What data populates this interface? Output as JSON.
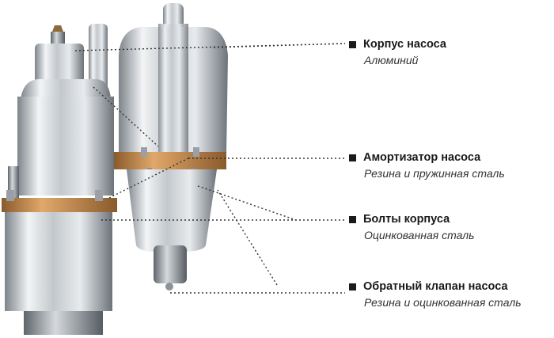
{
  "labels": [
    {
      "title": "Корпус насоса",
      "material": "Алюминий"
    },
    {
      "title": "Амортизатор насоса",
      "material": "Резина и пружинная сталь"
    },
    {
      "title": "Болты корпуса",
      "material": "Оцинкованная сталь"
    },
    {
      "title": "Обратный клапан насоса",
      "material": "Резина и оцинкованная сталь"
    }
  ],
  "colors": {
    "aluminium_light": "#eef1f3",
    "aluminium_mid": "#b9bfc4",
    "aluminium_dark": "#6c7379",
    "rubber_band": "#c8894a",
    "leader_line": "#333333",
    "marker": "#1a1a1a"
  },
  "icons": [
    "pump-illustration"
  ]
}
